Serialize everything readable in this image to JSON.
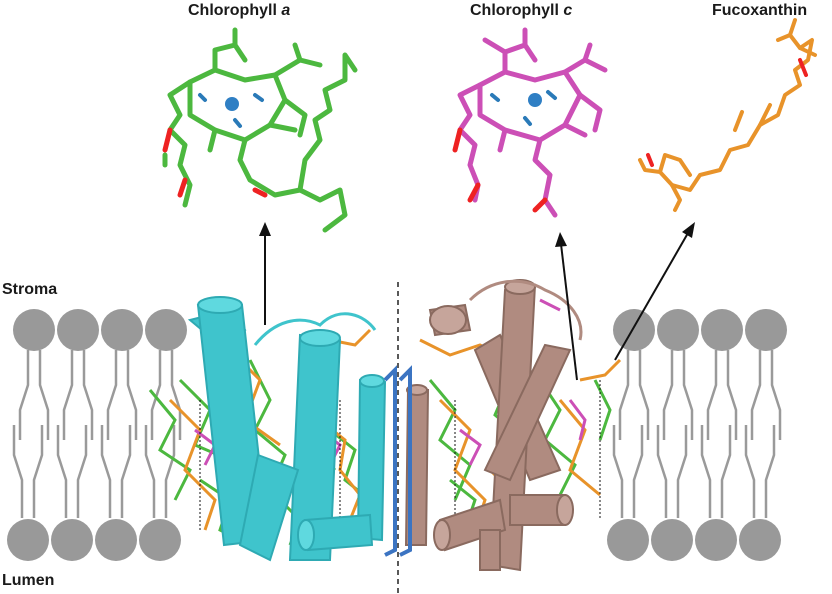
{
  "labels": {
    "chlorophyll_a": {
      "name": "Chlorophyll",
      "letter": "a"
    },
    "chlorophyll_c": {
      "name": "Chlorophyll",
      "letter": "c"
    },
    "fucoxanthin": "Fucoxanthin",
    "stroma": "Stroma",
    "lumen": "Lumen"
  },
  "colors": {
    "chlorophyll_a": "#4cb83f",
    "chlorophyll_c": "#cc4fb6",
    "fucoxanthin": "#e8932a",
    "magnesium": "#2f7fc4",
    "protein_left": "#3fc4cc",
    "protein_left_accent": "#3b74c2",
    "protein_right": "#b08b80",
    "lipid": "#9a9a9a",
    "arrow": "#111111"
  },
  "icons": {
    "chlorophyll_a": "chlorophyll-a-molecule-icon",
    "chlorophyll_c": "chlorophyll-c-molecule-icon",
    "fucoxanthin": "fucoxanthin-molecule-icon",
    "lipid": "lipid-bilayer-icon"
  }
}
